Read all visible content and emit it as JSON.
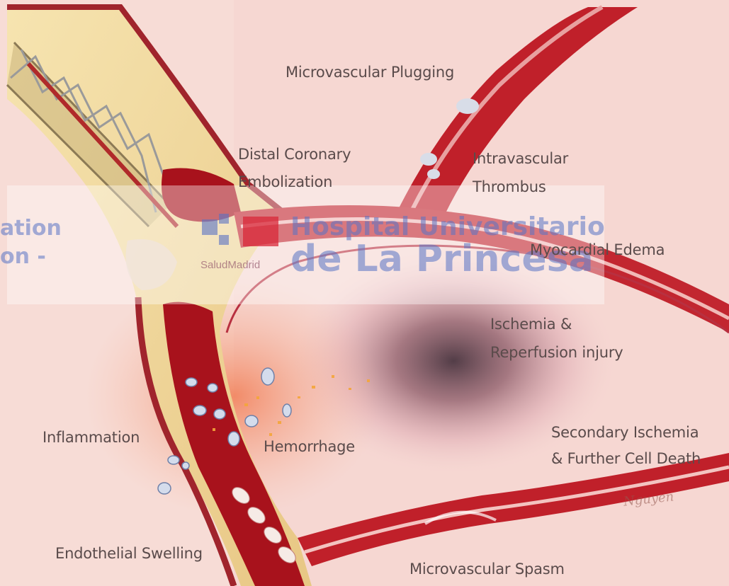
{
  "labels": {
    "microvascular_plugging": "Microvascular Plugging",
    "distal_coronary_embolization_l1": "Distal Coronary",
    "distal_coronary_embolization_l2": "Embolization",
    "intravascular_thrombus_l1": "Intravascular",
    "intravascular_thrombus_l2": "Thrombus",
    "myocardial_edema": "Myocardial Edema",
    "ischemia_reperfusion_l1": "Ischemia &",
    "ischemia_reperfusion_l2": "Reperfusion injury",
    "secondary_ischemia_l1": "Secondary Ischemia",
    "secondary_ischemia_l2": "& Further Cell Death",
    "inflammation": "Inflammation",
    "hemorrhage": "Hemorrhage",
    "endothelial_swelling": "Endothelial Swelling",
    "microvascular_spasm": "Microvascular Spasm"
  },
  "watermark": {
    "line1": "Hospital Universitario",
    "line2": "de La Princesa",
    "brand": "SaludMadrid",
    "cut_left_1": "ation",
    "cut_left_2": "on -"
  },
  "signature": "Nguyen",
  "colors": {
    "background": "#f7dcd6",
    "vessel_wall": "#b0202a",
    "blood": "#a8121c",
    "plaque": "#f1d99a",
    "watermark_blue": "#5872c4",
    "watermark_red": "#d8283a",
    "label_text": "#5a4b4b"
  }
}
